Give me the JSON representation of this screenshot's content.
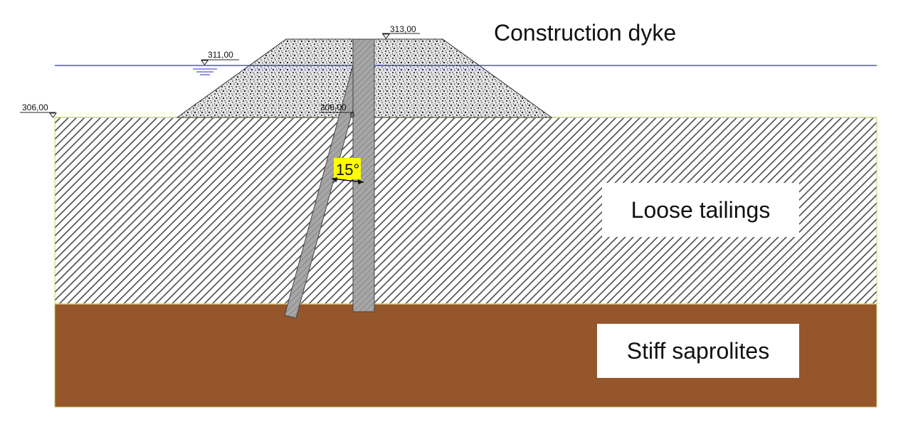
{
  "labels": {
    "construction_dyke": "Construction dyke",
    "loose_tailings": "Loose tailings",
    "stiff_saprolites": "Stiff saprolites"
  },
  "elevations": {
    "dyke_crest": "313,00",
    "water_level": "311,00",
    "ground_left": "306,00",
    "ground_center": "306,00"
  },
  "angle_label": "15°",
  "colors": {
    "saprolite_fill": "#96562c",
    "water_line": "#2b2bd0",
    "angle_tag_bg": "#ffff00",
    "boundary_line": "#d6d67a",
    "column_fill": "#9a9a9a"
  }
}
